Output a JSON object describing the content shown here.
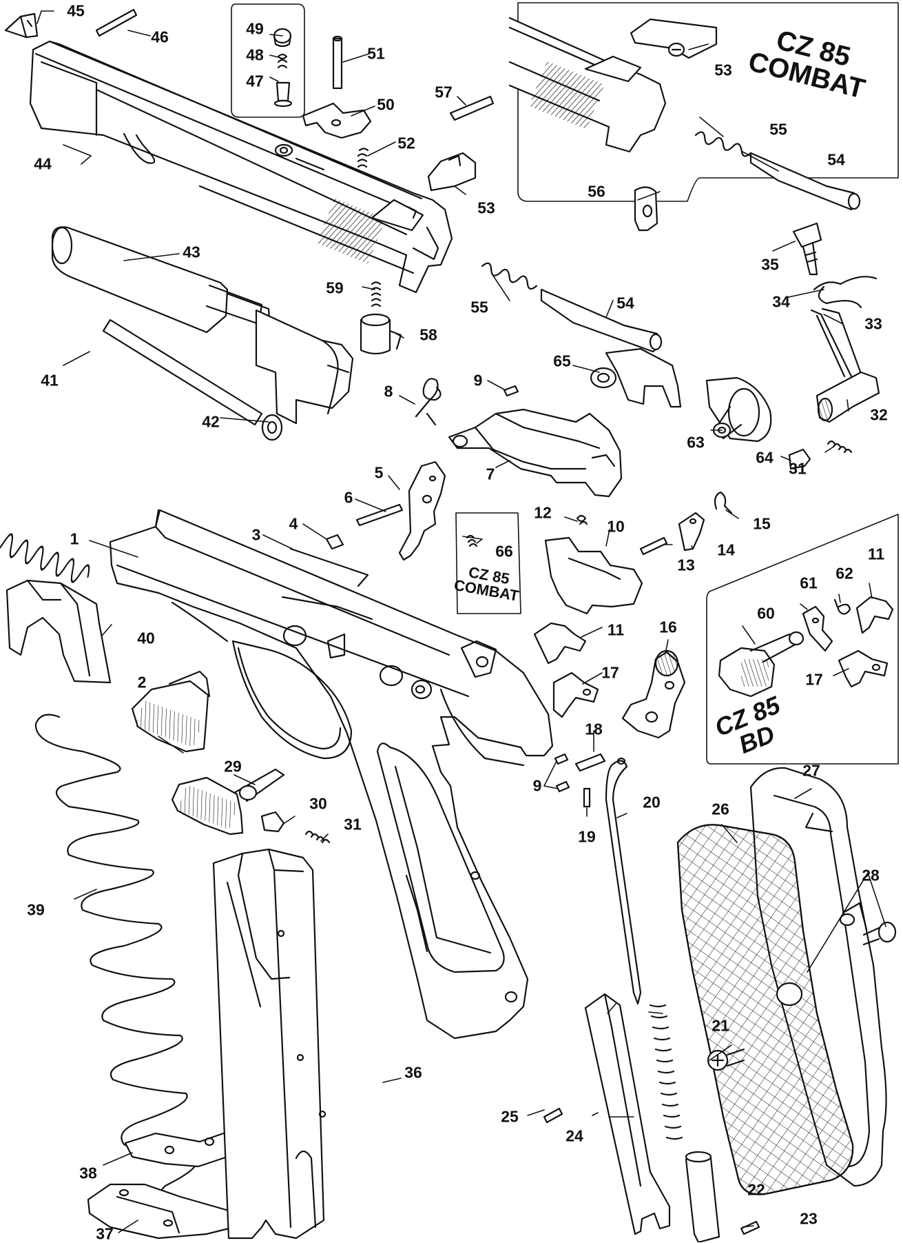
{
  "callouts": [
    {
      "id": "1",
      "text": "1"
    },
    {
      "id": "2",
      "text": "2"
    },
    {
      "id": "3",
      "text": "3"
    },
    {
      "id": "4",
      "text": "4"
    },
    {
      "id": "5",
      "text": "5"
    },
    {
      "id": "6",
      "text": "6"
    },
    {
      "id": "7",
      "text": "7"
    },
    {
      "id": "8",
      "text": "8"
    },
    {
      "id": "9a",
      "text": "9"
    },
    {
      "id": "9b",
      "text": "9"
    },
    {
      "id": "10",
      "text": "10"
    },
    {
      "id": "11a",
      "text": "11"
    },
    {
      "id": "11b",
      "text": "11"
    },
    {
      "id": "12",
      "text": "12"
    },
    {
      "id": "13",
      "text": "13"
    },
    {
      "id": "14",
      "text": "14"
    },
    {
      "id": "15",
      "text": "15"
    },
    {
      "id": "16",
      "text": "16"
    },
    {
      "id": "17a",
      "text": "17"
    },
    {
      "id": "17b",
      "text": "17"
    },
    {
      "id": "18",
      "text": "18"
    },
    {
      "id": "19",
      "text": "19"
    },
    {
      "id": "20",
      "text": "20"
    },
    {
      "id": "21",
      "text": "21"
    },
    {
      "id": "22",
      "text": "22"
    },
    {
      "id": "23",
      "text": "23"
    },
    {
      "id": "24",
      "text": "24"
    },
    {
      "id": "25",
      "text": "25"
    },
    {
      "id": "26",
      "text": "26"
    },
    {
      "id": "27",
      "text": "27"
    },
    {
      "id": "28",
      "text": "28"
    },
    {
      "id": "29",
      "text": "29"
    },
    {
      "id": "30",
      "text": "30"
    },
    {
      "id": "31a",
      "text": "31"
    },
    {
      "id": "31b",
      "text": "31"
    },
    {
      "id": "32",
      "text": "32"
    },
    {
      "id": "33",
      "text": "33"
    },
    {
      "id": "34",
      "text": "34"
    },
    {
      "id": "35",
      "text": "35"
    },
    {
      "id": "36",
      "text": "36"
    },
    {
      "id": "37",
      "text": "37"
    },
    {
      "id": "38",
      "text": "38"
    },
    {
      "id": "39",
      "text": "39"
    },
    {
      "id": "40",
      "text": "40"
    },
    {
      "id": "41",
      "text": "41"
    },
    {
      "id": "42",
      "text": "42"
    },
    {
      "id": "43",
      "text": "43"
    },
    {
      "id": "44",
      "text": "44"
    },
    {
      "id": "45",
      "text": "45"
    },
    {
      "id": "46",
      "text": "46"
    },
    {
      "id": "47",
      "text": "47"
    },
    {
      "id": "48",
      "text": "48"
    },
    {
      "id": "49",
      "text": "49"
    },
    {
      "id": "50",
      "text": "50"
    },
    {
      "id": "51",
      "text": "51"
    },
    {
      "id": "52",
      "text": "52"
    },
    {
      "id": "53a",
      "text": "53"
    },
    {
      "id": "53b",
      "text": "53"
    },
    {
      "id": "54a",
      "text": "54"
    },
    {
      "id": "54b",
      "text": "54"
    },
    {
      "id": "55a",
      "text": "55"
    },
    {
      "id": "55b",
      "text": "55"
    },
    {
      "id": "56",
      "text": "56"
    },
    {
      "id": "57",
      "text": "57"
    },
    {
      "id": "58",
      "text": "58"
    },
    {
      "id": "59",
      "text": "59"
    },
    {
      "id": "60",
      "text": "60"
    },
    {
      "id": "61",
      "text": "61"
    },
    {
      "id": "62",
      "text": "62"
    },
    {
      "id": "63",
      "text": "63"
    },
    {
      "id": "64",
      "text": "64"
    },
    {
      "id": "65",
      "text": "65"
    },
    {
      "id": "66",
      "text": "66"
    }
  ],
  "panels": {
    "combat_top": {
      "line1": "CZ 85",
      "line2": "COMBAT"
    },
    "combat_small": {
      "line1": "CZ 85",
      "line2": "COMBAT"
    },
    "bd": {
      "line1": "CZ 85",
      "line2": "BD"
    }
  },
  "colors": {
    "line": "#111111",
    "background": "#ffffff"
  }
}
